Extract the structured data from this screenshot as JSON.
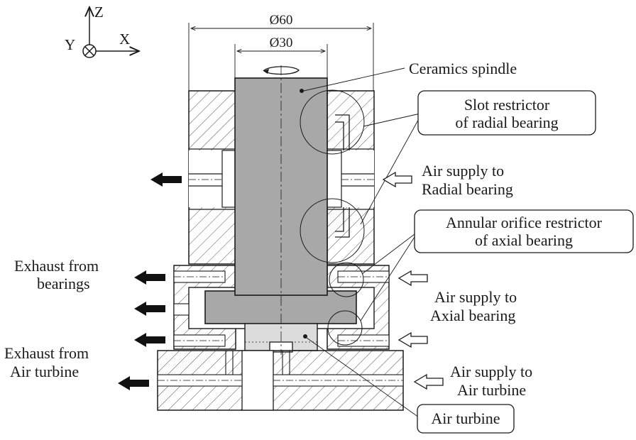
{
  "axes": {
    "z": "Z",
    "x": "X",
    "y": "Y"
  },
  "dimensions": {
    "outer": "Ø60",
    "inner": "Ø30"
  },
  "labels": {
    "ceramics_spindle": "Ceramics spindle",
    "slot_restrictor_1": "Slot restrictor",
    "slot_restrictor_2": "of radial bearing",
    "air_radial_1": "Air supply to",
    "air_radial_2": "Radial bearing",
    "annular_1": "Annular orifice restrictor",
    "annular_2": "of axial bearing",
    "exhaust_bearings_1": "Exhaust from",
    "exhaust_bearings_2": "bearings",
    "air_axial_1": "Air supply to",
    "air_axial_2": "Axial bearing",
    "exhaust_turbine_1": "Exhaust from",
    "exhaust_turbine_2": "Air turbine",
    "air_turbine_supply_1": "Air supply to",
    "air_turbine_supply_2": "Air turbine",
    "air_turbine": "Air turbine"
  },
  "colors": {
    "spindle_fill": "#a8a8a8",
    "turbine_fill": "#dcdcdc",
    "line": "#1a1a1a"
  },
  "icons": [
    "y-into-page-icon",
    "rotation-arrow-icon",
    "exhaust-arrow-icon",
    "supply-arrow-icon"
  ]
}
